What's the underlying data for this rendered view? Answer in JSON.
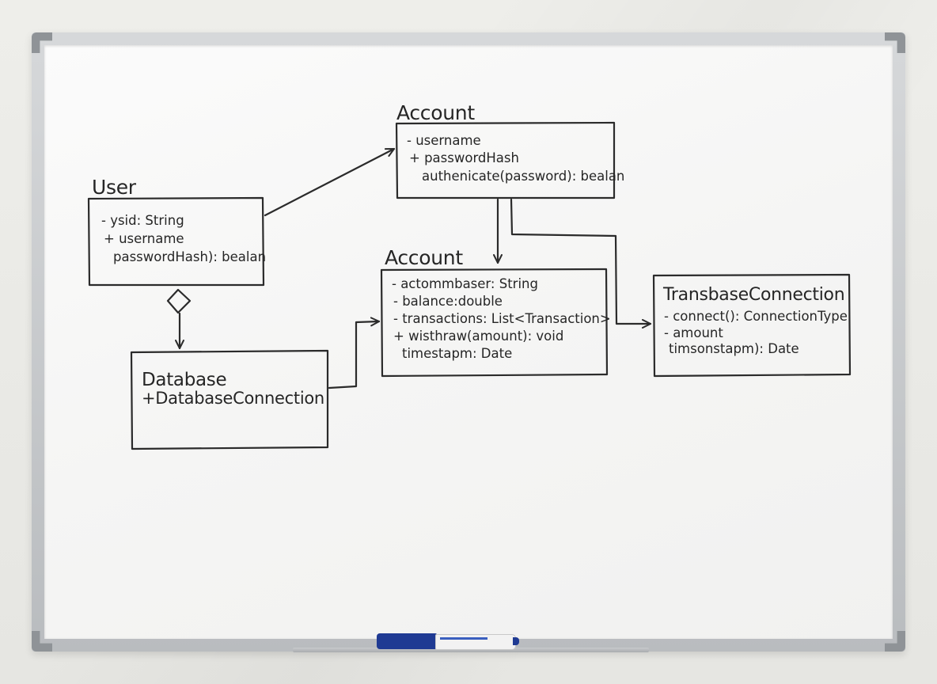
{
  "diagram": {
    "account_top": {
      "title": "Account",
      "lines": [
        "- username",
        "+ passwordHash",
        "authenicate(password): bealan"
      ]
    },
    "user": {
      "title": "User",
      "lines": [
        "- ysid: String",
        "+ username",
        "passwordHash): bealan"
      ]
    },
    "account_mid": {
      "title": "Account",
      "lines": [
        "- actommbaser: String",
        "- balance:double",
        "- transactions: List<Transaction>",
        "+ wisthraw(amount): void",
        "timestapm: Date"
      ]
    },
    "transbase": {
      "title": "TransbaseConnection",
      "lines": [
        "- connect(): ConnectionType",
        "- amount",
        "timsonstapm): Date"
      ]
    },
    "database": {
      "title": "Database",
      "lines": [
        "+DatabaseConnection"
      ]
    }
  },
  "colors": {
    "ink": "#2b2b2b",
    "marker_cap": "#1f3a93",
    "board": "#f7f7f6",
    "frame": "#c4c7ca"
  }
}
